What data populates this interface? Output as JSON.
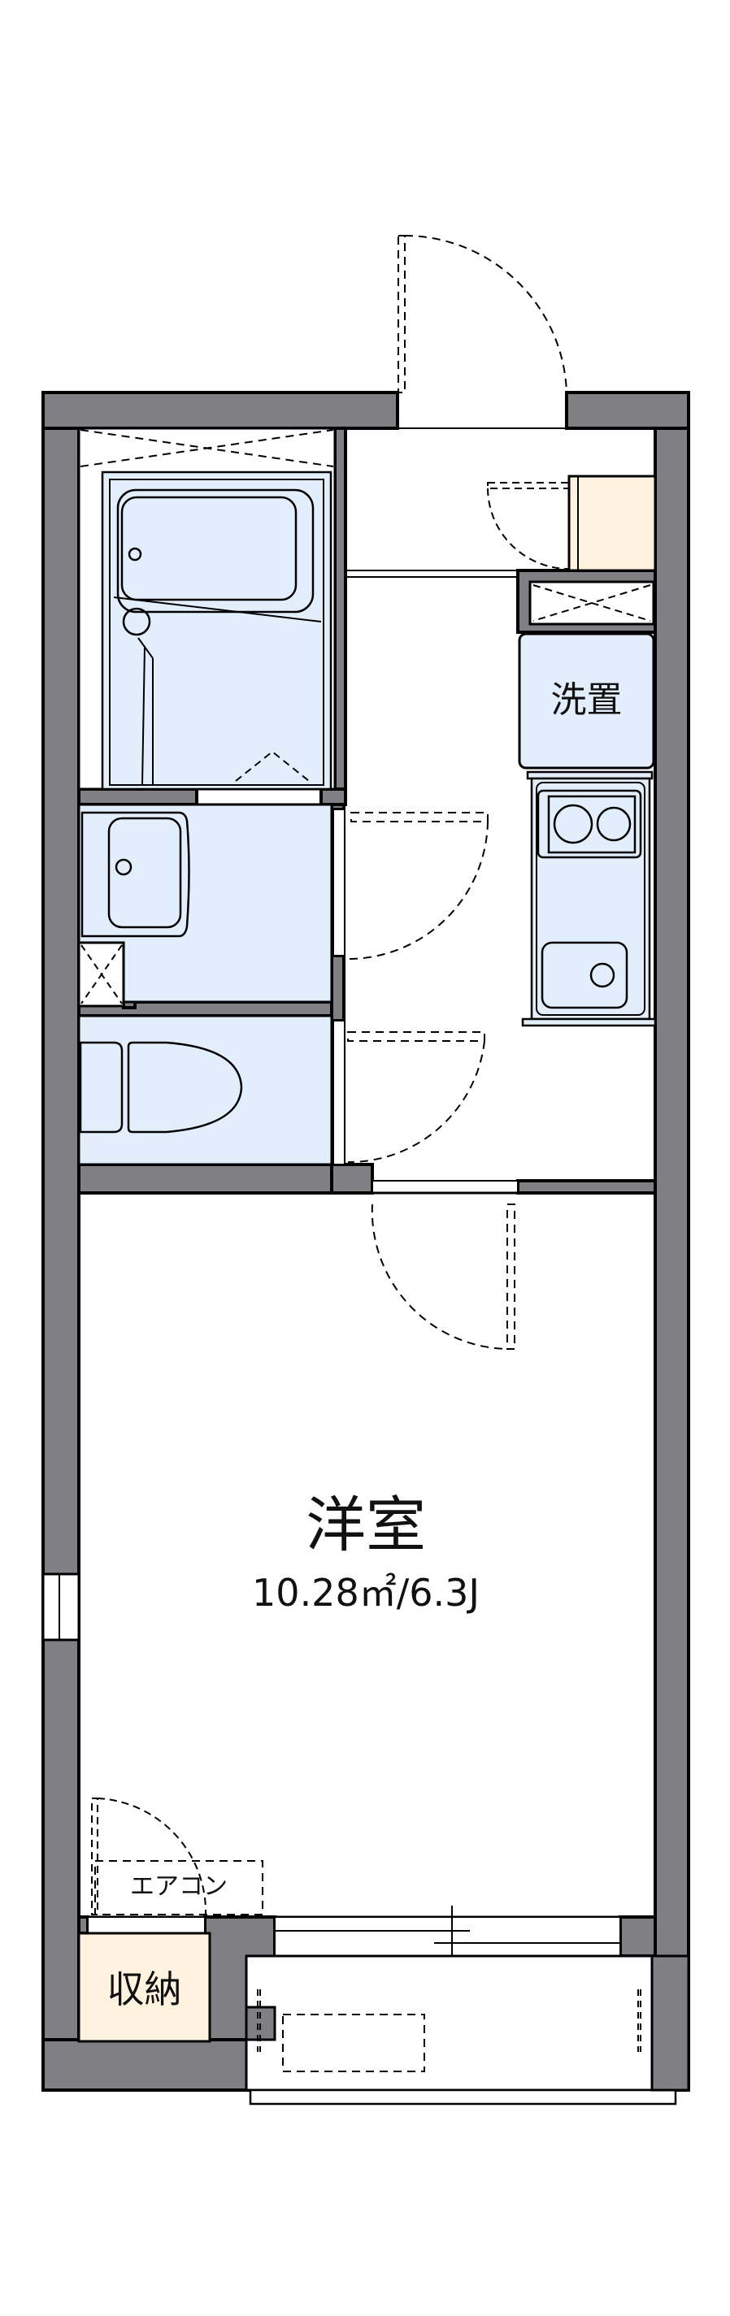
{
  "plan": {
    "colors": {
      "wall": "#808084",
      "wet_area": "#E3EEFC",
      "storage": "#FFF3E0",
      "line": "#000000",
      "background": "#FFFFFF"
    },
    "rooms": {
      "western_room": {
        "label": "洋室",
        "area": "10.28㎡/6.3J"
      },
      "washer_space": {
        "label": "洗置"
      },
      "storage": {
        "label": "収納"
      },
      "air_conditioner": {
        "label": "エアコン"
      }
    },
    "fixtures": [
      "unit-bath",
      "washbasin",
      "toilet",
      "kitchen-stove-2-burner",
      "kitchen-sink",
      "shoe-closet",
      "pipe-shaft",
      "balcony"
    ]
  }
}
